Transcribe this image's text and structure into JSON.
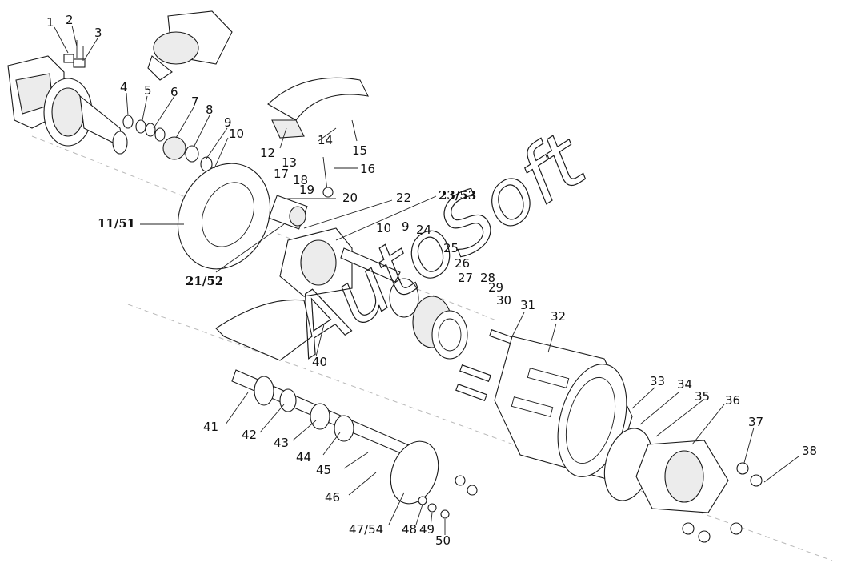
{
  "watermark": {
    "text": "AutoSoft"
  },
  "callouts": {
    "c1": "1",
    "c2": "2",
    "c3": "3",
    "c4": "4",
    "c5": "5",
    "c6": "6",
    "c7": "7",
    "c8": "8",
    "c9": "9",
    "c10": "10",
    "c12": "12",
    "c13": "13",
    "c14": "14",
    "c15": "15",
    "c16": "16",
    "c17": "17",
    "c18": "18",
    "c19": "19",
    "c20": "20",
    "c22": "22",
    "c11_51": "11/51",
    "c23_53": "23/53",
    "c21_52": "21/52",
    "c10b": "10",
    "c9b": "9",
    "c24": "24",
    "c25": "25",
    "c26": "26",
    "c27": "27",
    "c28": "28",
    "c29": "29",
    "c30": "30",
    "c31": "31",
    "c32": "32",
    "c33": "33",
    "c34": "34",
    "c35": "35",
    "c36": "36",
    "c37": "37",
    "c38": "38",
    "c40": "40",
    "c41": "41",
    "c42": "42",
    "c43": "43",
    "c44": "44",
    "c45": "45",
    "c46": "46",
    "c47_54": "47/54",
    "c48": "48",
    "c49": "49",
    "c50": "50"
  }
}
